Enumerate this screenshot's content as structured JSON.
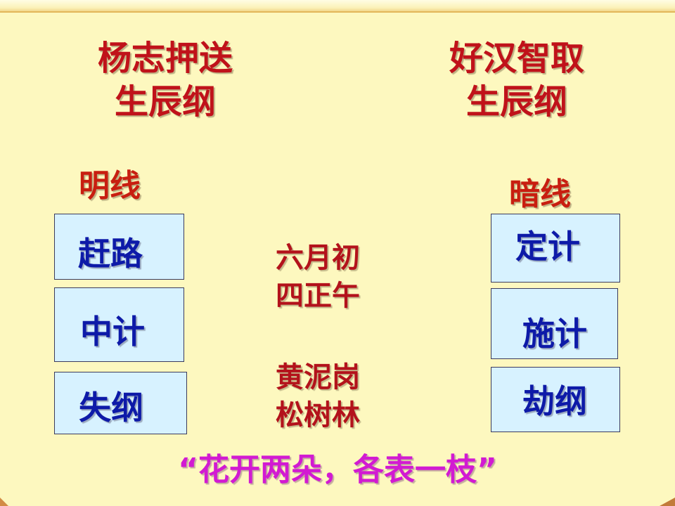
{
  "titles": {
    "left": {
      "line1": "杨志押送",
      "line2": "生辰纲"
    },
    "right": {
      "line1": "好汉智取",
      "line2": "生辰纲"
    }
  },
  "labels": {
    "left": "明线",
    "right": "暗线"
  },
  "left_steps": [
    "赶路",
    "中计",
    "失纲"
  ],
  "right_steps": [
    "定计",
    "施计",
    "劫纲"
  ],
  "center": {
    "time": {
      "line1": "六月初",
      "line2": "四正午"
    },
    "place": {
      "line1": "黄泥岗",
      "line2": "松树林"
    }
  },
  "quote": "“花开两朵，各表一枝”",
  "colors": {
    "background": "#fdf8bf",
    "title_red": "#c0121a",
    "box_fill": "#d7f2ff",
    "box_text_blue": "#0d1aa8",
    "quote_magenta": "#d21ad2"
  }
}
